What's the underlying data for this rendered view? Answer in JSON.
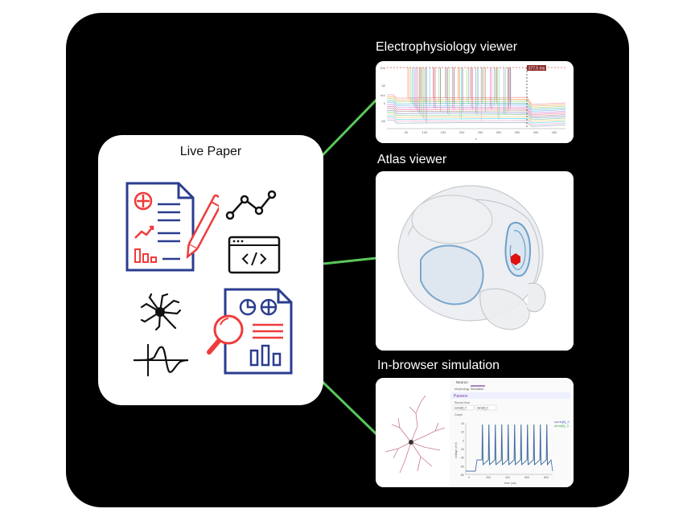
{
  "live_paper": {
    "title": "Live Paper"
  },
  "panels": {
    "ephys": {
      "title": "Electrophysiology viewer"
    },
    "atlas": {
      "title": "Atlas viewer"
    },
    "simulation": {
      "title": "In-browser simulation",
      "tab_label": "Neuron",
      "nav_items": [
        "Morphology",
        "Simulation"
      ],
      "params_label": "Params",
      "section_label": "Record from",
      "chips": [
        "soma[0]_0",
        "dend[0]_0"
      ],
      "graph_label": "Graph",
      "legend": [
        "soma[0]_0",
        "dend[0]_0"
      ],
      "x_ticks": [
        "0",
        "200",
        "400",
        "600",
        "800"
      ],
      "y_ticks": [
        "40",
        "20",
        "0",
        "-20",
        "-40",
        "-60",
        "-80"
      ],
      "x_label": "time (ms)",
      "y_label": "voltage (mV)"
    }
  },
  "chart_ephys": {
    "type": "line",
    "x_ticks": [
      "50",
      "100",
      "150",
      "200",
      "250",
      "300",
      "350",
      "400",
      "450"
    ],
    "y_ticks": [
      "100",
      "50",
      "0",
      "-50"
    ],
    "y_label": "mV",
    "x_label": "s",
    "badge": "377.5 ms"
  },
  "colors": {
    "blue": "#2b3d8f",
    "red": "#ef3b3b",
    "green": "#5ac85a",
    "sim_blue": "#4a58d0",
    "sim_green": "#3aa83a",
    "brain_blue": "#6f9fc8",
    "marker_red": "#e01010"
  }
}
